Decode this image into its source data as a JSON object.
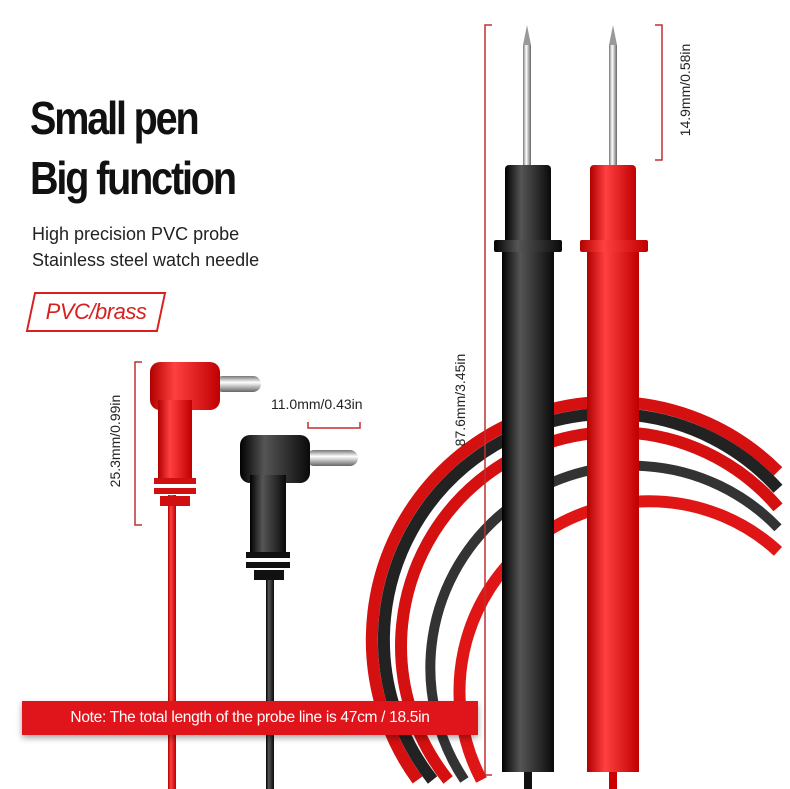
{
  "headline": {
    "line1": "Small pen",
    "line2": "Big function"
  },
  "features": [
    "High precision PVC probe",
    "Stainless steel watch needle"
  ],
  "material_tag": "PVC/brass",
  "dimensions": {
    "connector_height": "25.3mm/0.99in",
    "pin_length": "11.0mm/0.43in",
    "probe_length": "87.6mm/3.45in",
    "needle_length": "14.9mm/0.58in"
  },
  "note": "Note: The total length of the probe line is 47cm / 18.5in",
  "colors": {
    "red": "#e0141b",
    "black": "#1a1a1a"
  }
}
